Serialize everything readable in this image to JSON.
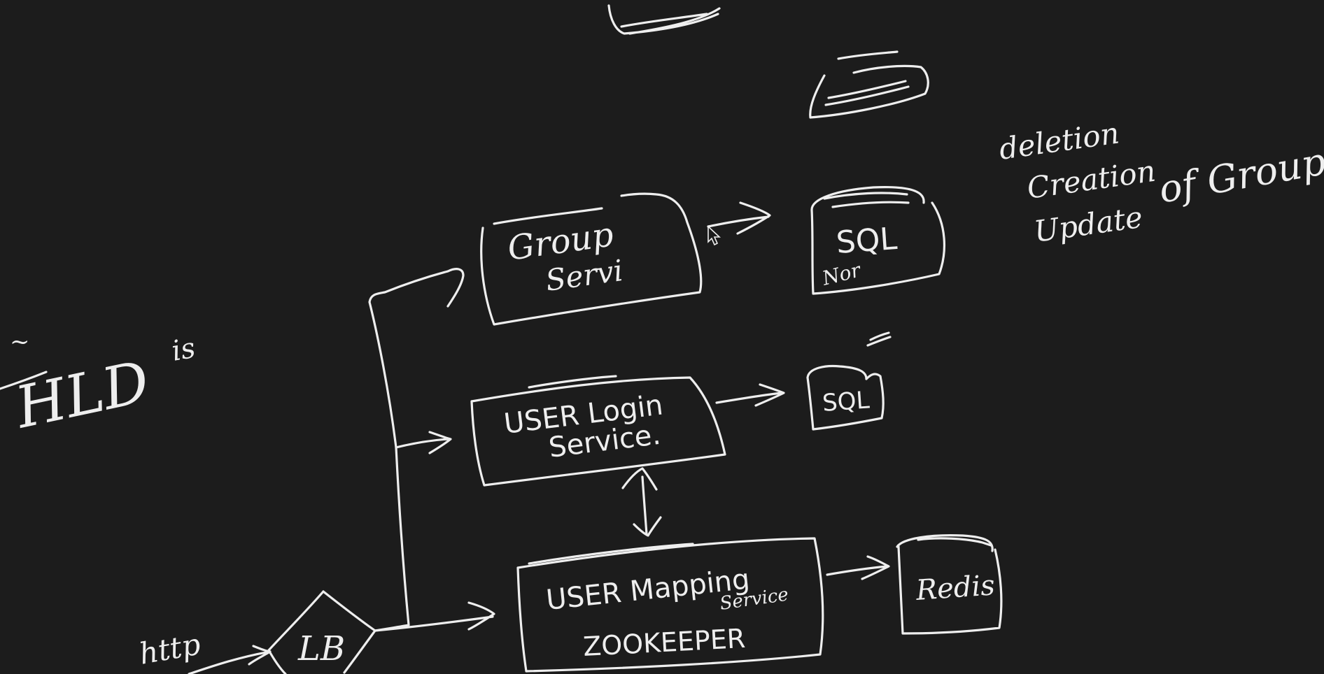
{
  "diagram": {
    "left_note": {
      "fraction_top": "~",
      "fraction_bottom": "HLD",
      "suffix": "is"
    },
    "protocol_label": "http",
    "load_balancer": {
      "label": "LB"
    },
    "services": {
      "group_service": {
        "line1": "Group",
        "line2": "Servi"
      },
      "user_login_service": {
        "line1": "USER Login",
        "line2": "Service."
      },
      "user_mapping_service": {
        "line1": "USER Mapping",
        "line2": "Service",
        "line3": "ZOOKEEPER"
      }
    },
    "stores": {
      "group_db": {
        "label": "SQL",
        "sublabel": "Nor"
      },
      "login_db": {
        "label": "SQL"
      },
      "mapping_cache": {
        "label": "Redis"
      }
    },
    "side_note": {
      "lines": [
        "deletion",
        "Creation",
        "Update"
      ],
      "suffix": "of Group"
    }
  },
  "colors": {
    "board": "#1c1c1c",
    "ink": "#eeeeee"
  }
}
